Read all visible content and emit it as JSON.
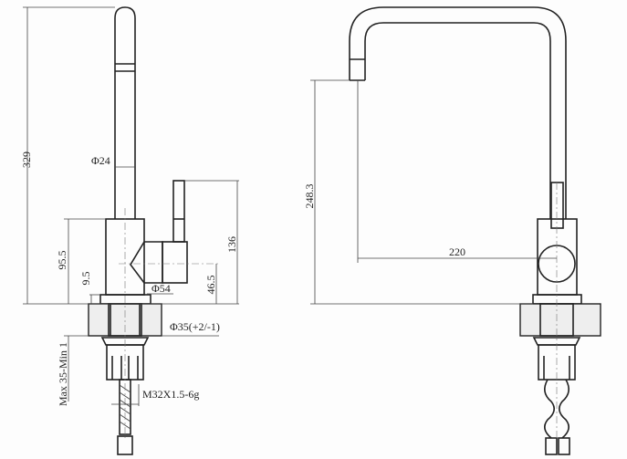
{
  "front_view": {
    "height_total": "329",
    "spout_diameter": "Φ24",
    "body_height": "95.5",
    "collar_height": "9.5",
    "body_diameter": "Φ54",
    "handle_axis_height": "46.5",
    "handle_height": "136",
    "hole_diameter": "Φ35(+2/-1)",
    "counter_thickness": "Max 35-Min 1",
    "thread": "M32X1.5-6g"
  },
  "side_view": {
    "spout_height": "248.3",
    "spout_reach": "220"
  }
}
